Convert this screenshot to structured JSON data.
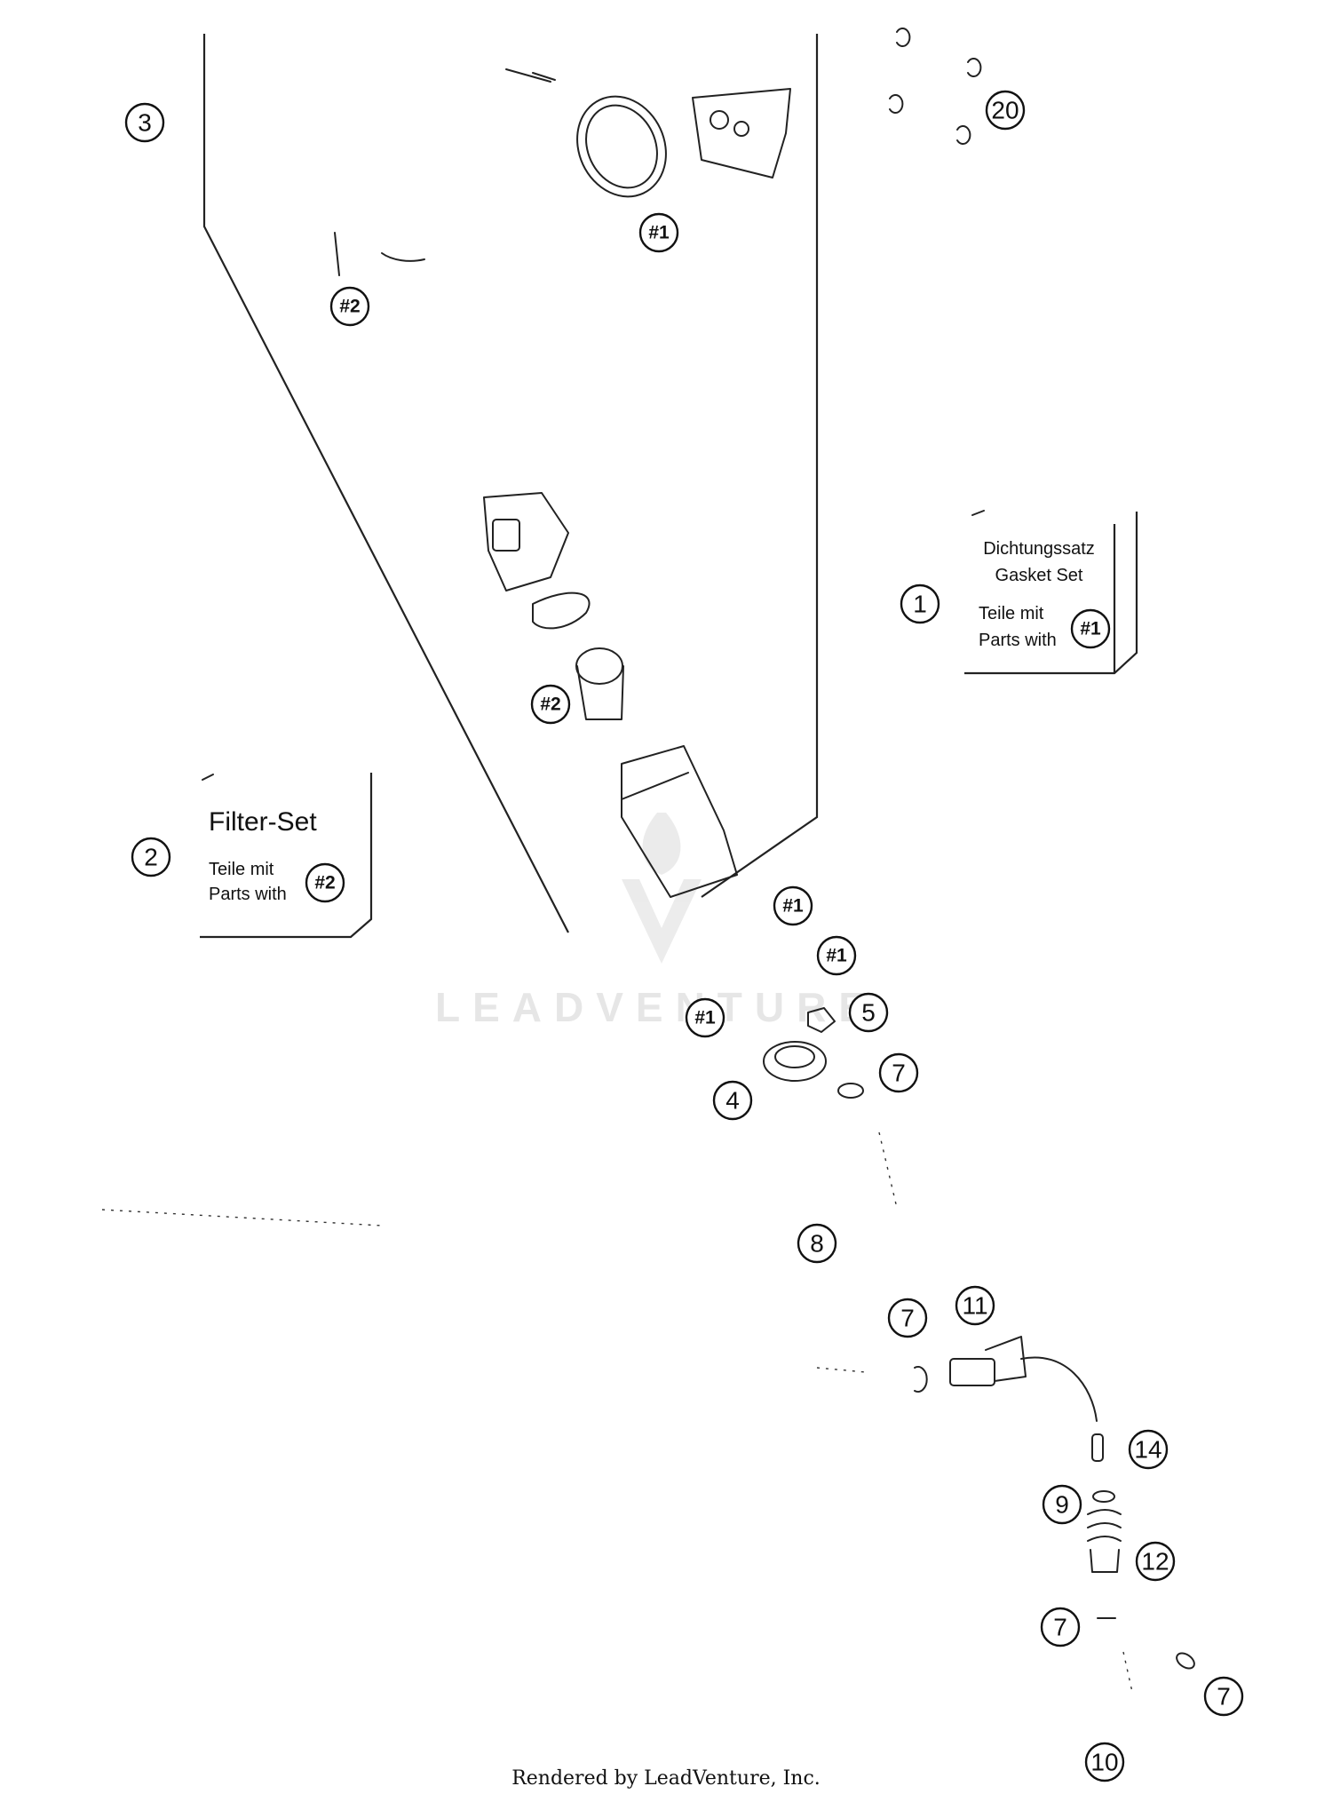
{
  "footer": "Rendered by LeadVenture, Inc.",
  "watermark": "LEADVENTURE",
  "kits": {
    "gasket": {
      "line1": "Dichtungssatz",
      "line2": "Gasket Set",
      "line3": "Teile mit",
      "line4": "Parts with",
      "ref": "#1"
    },
    "filter": {
      "title": "Filter-Set",
      "line1": "Teile mit",
      "line2": "Parts with",
      "ref": "#2"
    }
  },
  "callouts": [
    {
      "id": "c3",
      "label": "3"
    },
    {
      "id": "c20",
      "label": "20"
    },
    {
      "id": "r1a",
      "label": "#1"
    },
    {
      "id": "r2a",
      "label": "#2"
    },
    {
      "id": "c1",
      "label": "1"
    },
    {
      "id": "r2b",
      "label": "#2"
    },
    {
      "id": "c2",
      "label": "2"
    },
    {
      "id": "r1b",
      "label": "#1"
    },
    {
      "id": "r1c",
      "label": "#1"
    },
    {
      "id": "r1d",
      "label": "#1"
    },
    {
      "id": "c5",
      "label": "5"
    },
    {
      "id": "c4",
      "label": "4"
    },
    {
      "id": "c7a",
      "label": "7"
    },
    {
      "id": "c8",
      "label": "8"
    },
    {
      "id": "c7b",
      "label": "7"
    },
    {
      "id": "c11",
      "label": "11"
    },
    {
      "id": "c14",
      "label": "14"
    },
    {
      "id": "c9",
      "label": "9"
    },
    {
      "id": "c12",
      "label": "12"
    },
    {
      "id": "c7c",
      "label": "7"
    },
    {
      "id": "c7d",
      "label": "7"
    },
    {
      "id": "c10",
      "label": "10"
    }
  ]
}
